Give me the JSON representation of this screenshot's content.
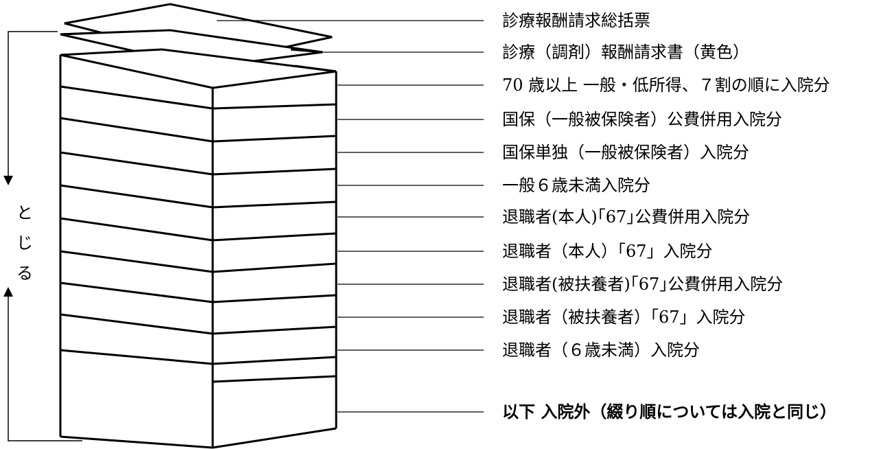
{
  "labels": {
    "summary_sheet": "診療報酬請求総括票",
    "claim_form": "診療（調剤）報酬請求書（黄色）",
    "over70": "70 歳以上  一般・低所得、７割の順に入院分",
    "kokuho_public": "国保（一般被保険者）公費併用入院分",
    "kokuho_single": "国保単独（一般被保険者）入院分",
    "general_under6": "一般６歳未満入院分",
    "retiree_self_public": "退職者(本人)｢67｣公費併用入院分",
    "retiree_self": "退職者（本人）「67」入院分",
    "retiree_dep_public": "退職者(被扶養者)｢67｣公費併用入院分",
    "retiree_dep": "退職者（被扶養者）「67」入院分",
    "retiree_under6": "退職者（６歳未満）入院分",
    "outpatient": "以下  入院外（綴り順については入院と同じ）"
  },
  "binding_direction": [
    "と",
    "じ",
    "る"
  ]
}
